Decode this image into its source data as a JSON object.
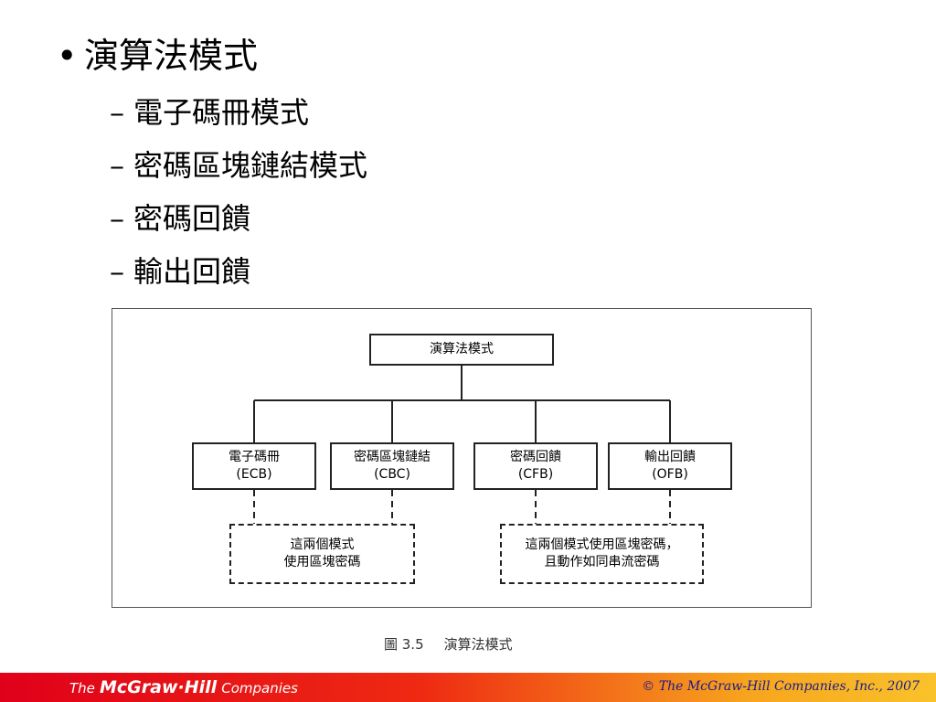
{
  "slide": {
    "bullet_marker": "•",
    "title": "演算法模式",
    "sub_marker": "–",
    "subitems": [
      "電子碼冊模式",
      "密碼區塊鏈結模式",
      "密碼回饋",
      "輸出回饋"
    ]
  },
  "diagram": {
    "root": "演算法模式",
    "modes": [
      {
        "name": "電子碼冊",
        "abbr": "(ECB)"
      },
      {
        "name": "密碼區塊鏈結",
        "abbr": "(CBC)"
      },
      {
        "name": "密碼回饋",
        "abbr": "(CFB)"
      },
      {
        "name": "輸出回饋",
        "abbr": "(OFB)"
      }
    ],
    "note_left": {
      "line1": "這兩個模式",
      "line2": "使用區塊密碼"
    },
    "note_right": {
      "line1": "這兩個模式使用區塊密碼，",
      "line2": "且動作如同串流密碼"
    }
  },
  "caption": {
    "number": "圖 3.5",
    "text": "演算法模式"
  },
  "footer": {
    "logo_the": "The",
    "logo_brand": "McGraw·Hill",
    "logo_companies": "Companies",
    "copyright": "© The McGraw-Hill Companies, Inc., 2007",
    "copyright_color": "#1a1a8c"
  }
}
